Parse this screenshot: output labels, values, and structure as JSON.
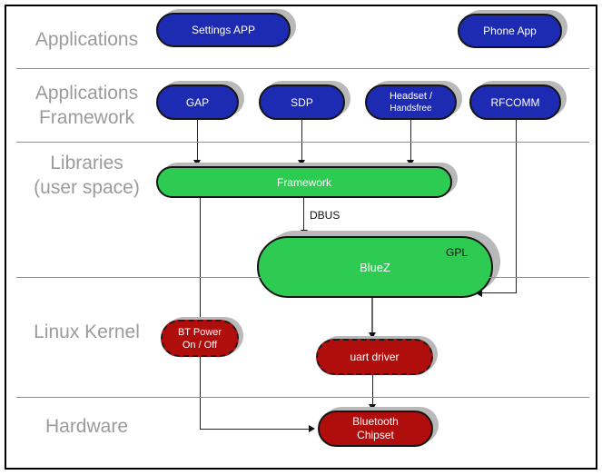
{
  "layers": {
    "applications": {
      "label": "Applications"
    },
    "applications_framework": {
      "line1": "Applications",
      "line2": "Framework"
    },
    "libraries": {
      "line1": "Libraries",
      "line2": "(user space)"
    },
    "linux_kernel": {
      "label": "Linux Kernel"
    },
    "hardware": {
      "label": "Hardware"
    }
  },
  "nodes": {
    "settings_app": "Settings APP",
    "phone_app": "Phone App",
    "gap": "GAP",
    "sdp": "SDP",
    "headset_1": "Headset /",
    "headset_2": "Handsfree",
    "rfcomm": "RFCOMM",
    "framework": "Framework",
    "bluez": "BlueZ",
    "bluez_license": "GPL",
    "bt_power_1": "BT Power",
    "bt_power_2": "On / Off",
    "uart_driver": "uart driver",
    "chipset_1": "Bluetooth",
    "chipset_2": "Chipset"
  },
  "edges": {
    "dbus": "DBUS"
  },
  "colors": {
    "app_node": "#1c2bb1",
    "library_node": "#2ecb52",
    "kernel_node": "#b00d0d",
    "shadow": "#b9b9b9",
    "divider": "#8f8f8f",
    "layer_label": "#9b9b9b",
    "line": "#222222",
    "pill_border": "#141414"
  }
}
